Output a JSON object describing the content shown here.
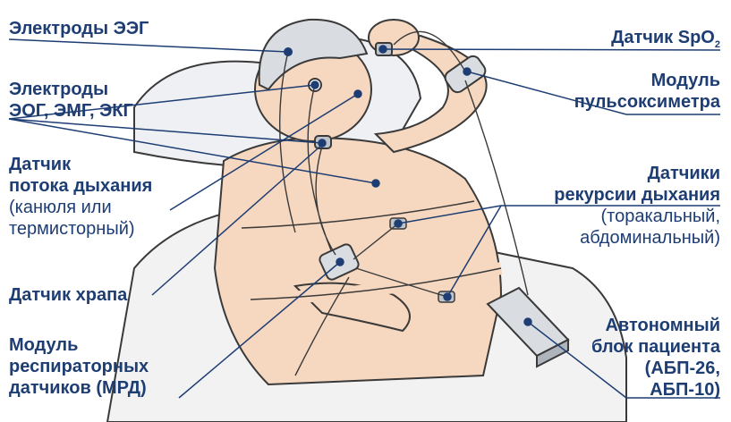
{
  "colors": {
    "label_text": "#1d3d73",
    "leader_line": "#1d3d73",
    "skin": "#f6d7bf",
    "outline": "#3a3a3a",
    "cap": "#d9dde2",
    "cable": "#ffffff"
  },
  "labels": {
    "eeg": "Электроды ЭЭГ",
    "eog": {
      "line1": "Электроды",
      "line2": "ЭОГ, ЭМГ, ЭКГ"
    },
    "airflow": {
      "line1": "Датчик",
      "line2": "потока дыхания",
      "line3": "(канюля или",
      "line4": "термисторный)"
    },
    "snore": "Датчик храпа",
    "mrd": {
      "line1": "Модуль",
      "line2": "респираторных",
      "line3": "датчиков (МРД)"
    },
    "spo2": {
      "main": "Датчик SpO",
      "subscript": "2"
    },
    "pulseox": {
      "line1": "Модуль",
      "line2": "пульсоксиметра"
    },
    "resp": {
      "line1": "Датчики",
      "line2": "рекурсии дыхания",
      "line3": "(торакальный,",
      "line4": "абдоминальный)"
    },
    "patient_unit": {
      "line1": "Автономный",
      "line2": "блок пациента",
      "line3": "(АБП-26,",
      "line4": "АБП-10)"
    }
  }
}
